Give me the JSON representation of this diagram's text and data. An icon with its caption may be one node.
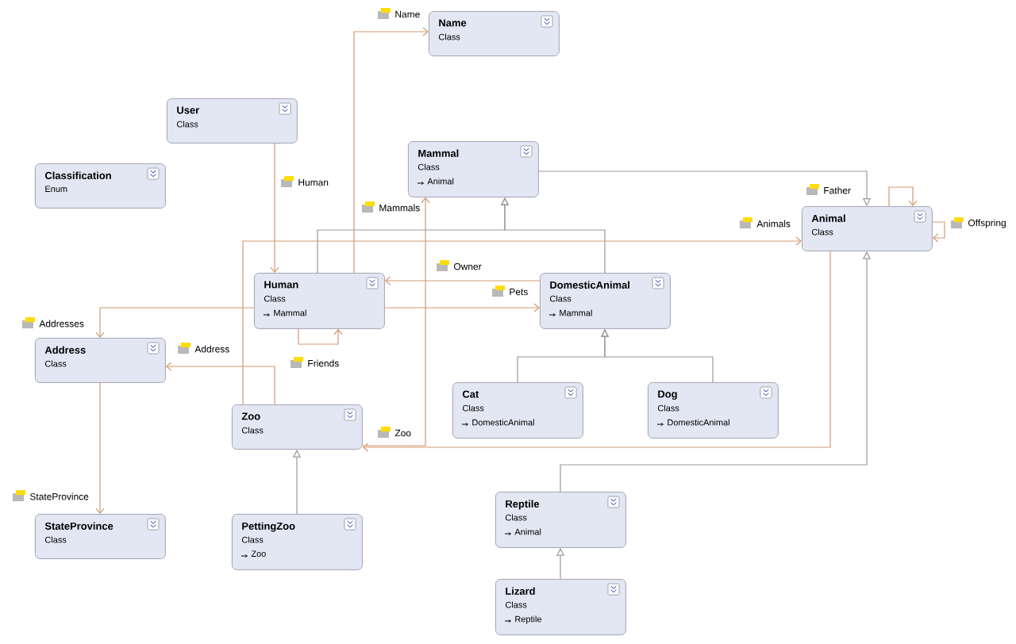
{
  "diagram": {
    "nodes": [
      {
        "text": [
          "Name",
          "Class"
        ]
      },
      {
        "text": [
          "User",
          "Class"
        ]
      },
      {
        "text": [
          "Classification",
          "Enum"
        ]
      },
      {
        "text": [
          "Mammal",
          "Class",
          "Animal"
        ]
      },
      {
        "text": [
          "Animal",
          "Class"
        ]
      },
      {
        "text": [
          "Human",
          "Class",
          "Mammal"
        ]
      },
      {
        "text": [
          "DomesticAnimal",
          "Class",
          "Mammal"
        ]
      },
      {
        "text": [
          "Address",
          "Class"
        ]
      },
      {
        "text": [
          "Cat",
          "Class",
          "DomesticAnimal"
        ]
      },
      {
        "text": [
          "Dog",
          "Class",
          "DomesticAnimal"
        ]
      },
      {
        "text": [
          "Zoo",
          "Class"
        ]
      },
      {
        "text": [
          "StateProvince",
          "Class"
        ]
      },
      {
        "text": [
          "PettingZoo",
          "Class",
          "Zoo"
        ]
      },
      {
        "text": [
          "Reptile",
          "Class",
          "Animal"
        ]
      },
      {
        "text": [
          "Lizard",
          "Class",
          "Reptile"
        ]
      }
    ],
    "edges": [
      {
        "from": 5,
        "to": 0,
        "arrow": "to",
        "label": "Name"
      },
      {
        "from": 1,
        "to": 5,
        "arrow": "to",
        "label": "Human"
      },
      {
        "from": 10,
        "to": 3,
        "arrow": "to",
        "label": "Mammals"
      },
      {
        "from": 10,
        "to": 4,
        "arrow": "to",
        "label": "Animals"
      },
      {
        "from": 4,
        "to": 4,
        "arrow": "to",
        "label": "Father"
      },
      {
        "from": 4,
        "to": 4,
        "arrow": "to",
        "label": "Offspring"
      },
      {
        "from": 6,
        "to": 5,
        "arrow": "to",
        "label": "Owner"
      },
      {
        "from": 5,
        "to": 6,
        "arrow": "to",
        "label": "Pets"
      },
      {
        "from": 5,
        "to": 5,
        "arrow": "to",
        "label": "Friends"
      },
      {
        "from": 5,
        "to": 7,
        "arrow": "to",
        "label": "Addresses"
      },
      {
        "from": 10,
        "to": 7,
        "arrow": "to",
        "label": "Address"
      },
      {
        "from": 4,
        "to": 10,
        "arrow": "to",
        "label": "Zoo"
      },
      {
        "from": 7,
        "to": 11,
        "arrow": "to",
        "label": "StateProvince"
      },
      {
        "from": 3,
        "to": 4,
        "arrow": "to",
        "color": "#9a9a9a"
      },
      {
        "from": 5,
        "to": 3,
        "arrow": "to",
        "color": "#9a9a9a"
      },
      {
        "from": 6,
        "to": 3,
        "arrow": "to",
        "color": "#9a9a9a"
      },
      {
        "from": 8,
        "to": 6,
        "arrow": "to",
        "color": "#9a9a9a"
      },
      {
        "from": 9,
        "to": 6,
        "arrow": "to",
        "color": "#9a9a9a"
      },
      {
        "from": 12,
        "to": 10,
        "arrow": "to",
        "color": "#9a9a9a"
      },
      {
        "from": 13,
        "to": 4,
        "arrow": "to",
        "color": "#9a9a9a"
      },
      {
        "from": 14,
        "to": 13,
        "arrow": "to",
        "color": "#9a9a9a"
      }
    ]
  }
}
